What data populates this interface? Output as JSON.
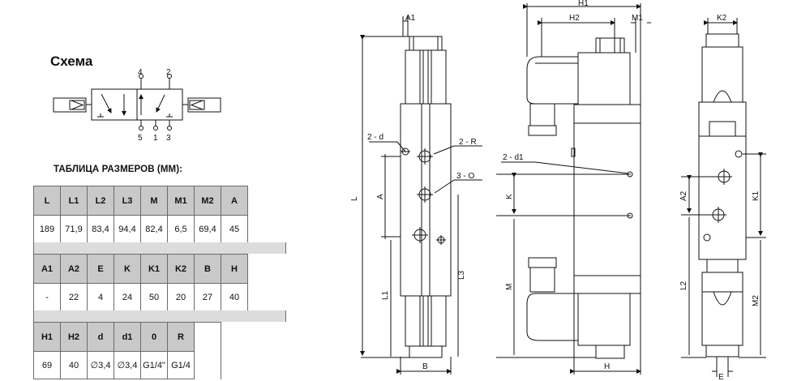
{
  "schema": {
    "title": "Схема",
    "ports": {
      "p4": "4",
      "p2": "2",
      "p5": "5",
      "p1": "1",
      "p3": "3"
    }
  },
  "table": {
    "title": "ТАБЛИЦА РАЗМЕРОВ (ММ):",
    "block1": {
      "headers": [
        "L",
        "L1",
        "L2",
        "L3",
        "M",
        "M1",
        "M2",
        "A"
      ],
      "values": [
        "189",
        "71,9",
        "83,4",
        "94,4",
        "82,4",
        "6,5",
        "69,4",
        "45"
      ]
    },
    "block2": {
      "headers": [
        "A1",
        "A2",
        "E",
        "K",
        "K1",
        "K2",
        "B",
        "H"
      ],
      "values": [
        "-",
        "22",
        "4",
        "24",
        "50",
        "20",
        "27",
        "40"
      ]
    },
    "block3": {
      "headers": [
        "H1",
        "H2",
        "d",
        "d1",
        "0",
        "R"
      ],
      "values": [
        "69",
        "40",
        "∅3,4",
        "∅3,4",
        "G1/4\"",
        "G1/4"
      ]
    }
  },
  "drawing": {
    "front": {
      "A1": "A1",
      "L": "L",
      "d": "2 - d",
      "R": "2 - R",
      "O": "3 - O",
      "A": "A",
      "L1": "L1",
      "L3": "L3",
      "B": "B"
    },
    "side": {
      "H1": "H1",
      "H2": "H2",
      "M1": "M1",
      "d1": "2 - d1",
      "K": "K",
      "M": "M",
      "H": "H"
    },
    "right": {
      "K2": "K2",
      "A2": "A2",
      "K1": "K1",
      "L2": "L2",
      "M2": "M2",
      "E": "E"
    }
  }
}
